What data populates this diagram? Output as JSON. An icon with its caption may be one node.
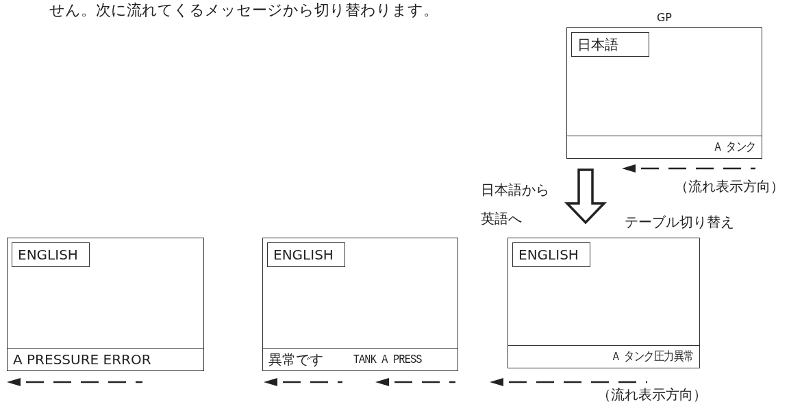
{
  "diagram": {
    "nodes": [
      {
        "text": [],
        "shape": "box",
        "beside": [
          "GP"
        ]
      },
      {
        "text": [
          "日本語"
        ],
        "in": 0
      },
      {
        "text": [
          "A タンク"
        ],
        "in": 0
      },
      {
        "text": [],
        "shape": "box"
      },
      {
        "text": [
          "ENGLISH"
        ],
        "in": 3
      },
      {
        "text": [
          "A PRESSURE ERROR"
        ],
        "in": 3
      },
      {
        "text": [],
        "shape": "box"
      },
      {
        "text": [
          "ENGLISH"
        ],
        "in": 6
      },
      {
        "text": [
          "異常です",
          "TANK A PRESS"
        ],
        "in": 6
      },
      {
        "text": [],
        "shape": "box"
      },
      {
        "text": [
          "ENGLISH"
        ],
        "in": 9
      },
      {
        "text": [
          "A タンク圧力異常"
        ],
        "in": 9
      }
    ],
    "edges": [
      {
        "from": 0,
        "to": 9,
        "arrow": "to",
        "style": "thick",
        "label": "日本語から英語へ"
      }
    ],
    "labels": [
      "せん。次に流れてくるメッセージから切り替わります。",
      "（流れ表示方向）",
      "テーブル切り替え",
      "（流れ表示方向）"
    ]
  }
}
